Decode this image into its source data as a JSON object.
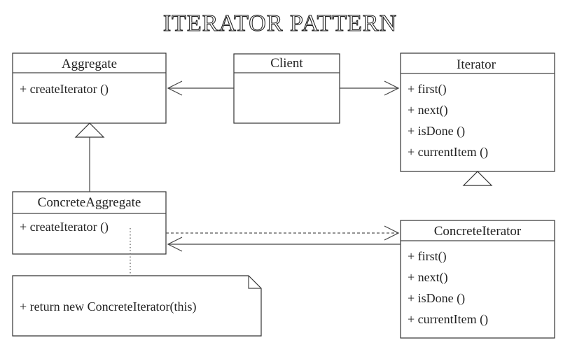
{
  "diagram": {
    "title": "ITERATOR PATTERN",
    "classes": {
      "aggregate": {
        "name": "Aggregate",
        "operations": [
          "+ createIterator ()"
        ]
      },
      "client": {
        "name": "Client",
        "operations": []
      },
      "iterator": {
        "name": "Iterator",
        "operations": [
          "+ first()",
          "+ next()",
          "+ isDone ()",
          "+ currentItem ()"
        ]
      },
      "concrete_aggregate": {
        "name": "ConcreteAggregate",
        "operations": [
          "+ createIterator ()"
        ]
      },
      "concrete_iterator": {
        "name": "ConcreteIterator",
        "operations": [
          "+ first()",
          "+ next()",
          "+ isDone ()",
          "+ currentItem ()"
        ]
      }
    },
    "note": {
      "text": "+ return new ConcreteIterator(this)"
    },
    "relationships": [
      {
        "from": "Client",
        "to": "Aggregate",
        "kind": "association"
      },
      {
        "from": "Client",
        "to": "Iterator",
        "kind": "association"
      },
      {
        "from": "ConcreteAggregate",
        "to": "Aggregate",
        "kind": "generalization"
      },
      {
        "from": "ConcreteIterator",
        "to": "Iterator",
        "kind": "generalization"
      },
      {
        "from": "ConcreteAggregate",
        "to": "ConcreteIterator",
        "kind": "dependency"
      },
      {
        "from": "ConcreteIterator",
        "to": "ConcreteAggregate",
        "kind": "association"
      }
    ]
  }
}
